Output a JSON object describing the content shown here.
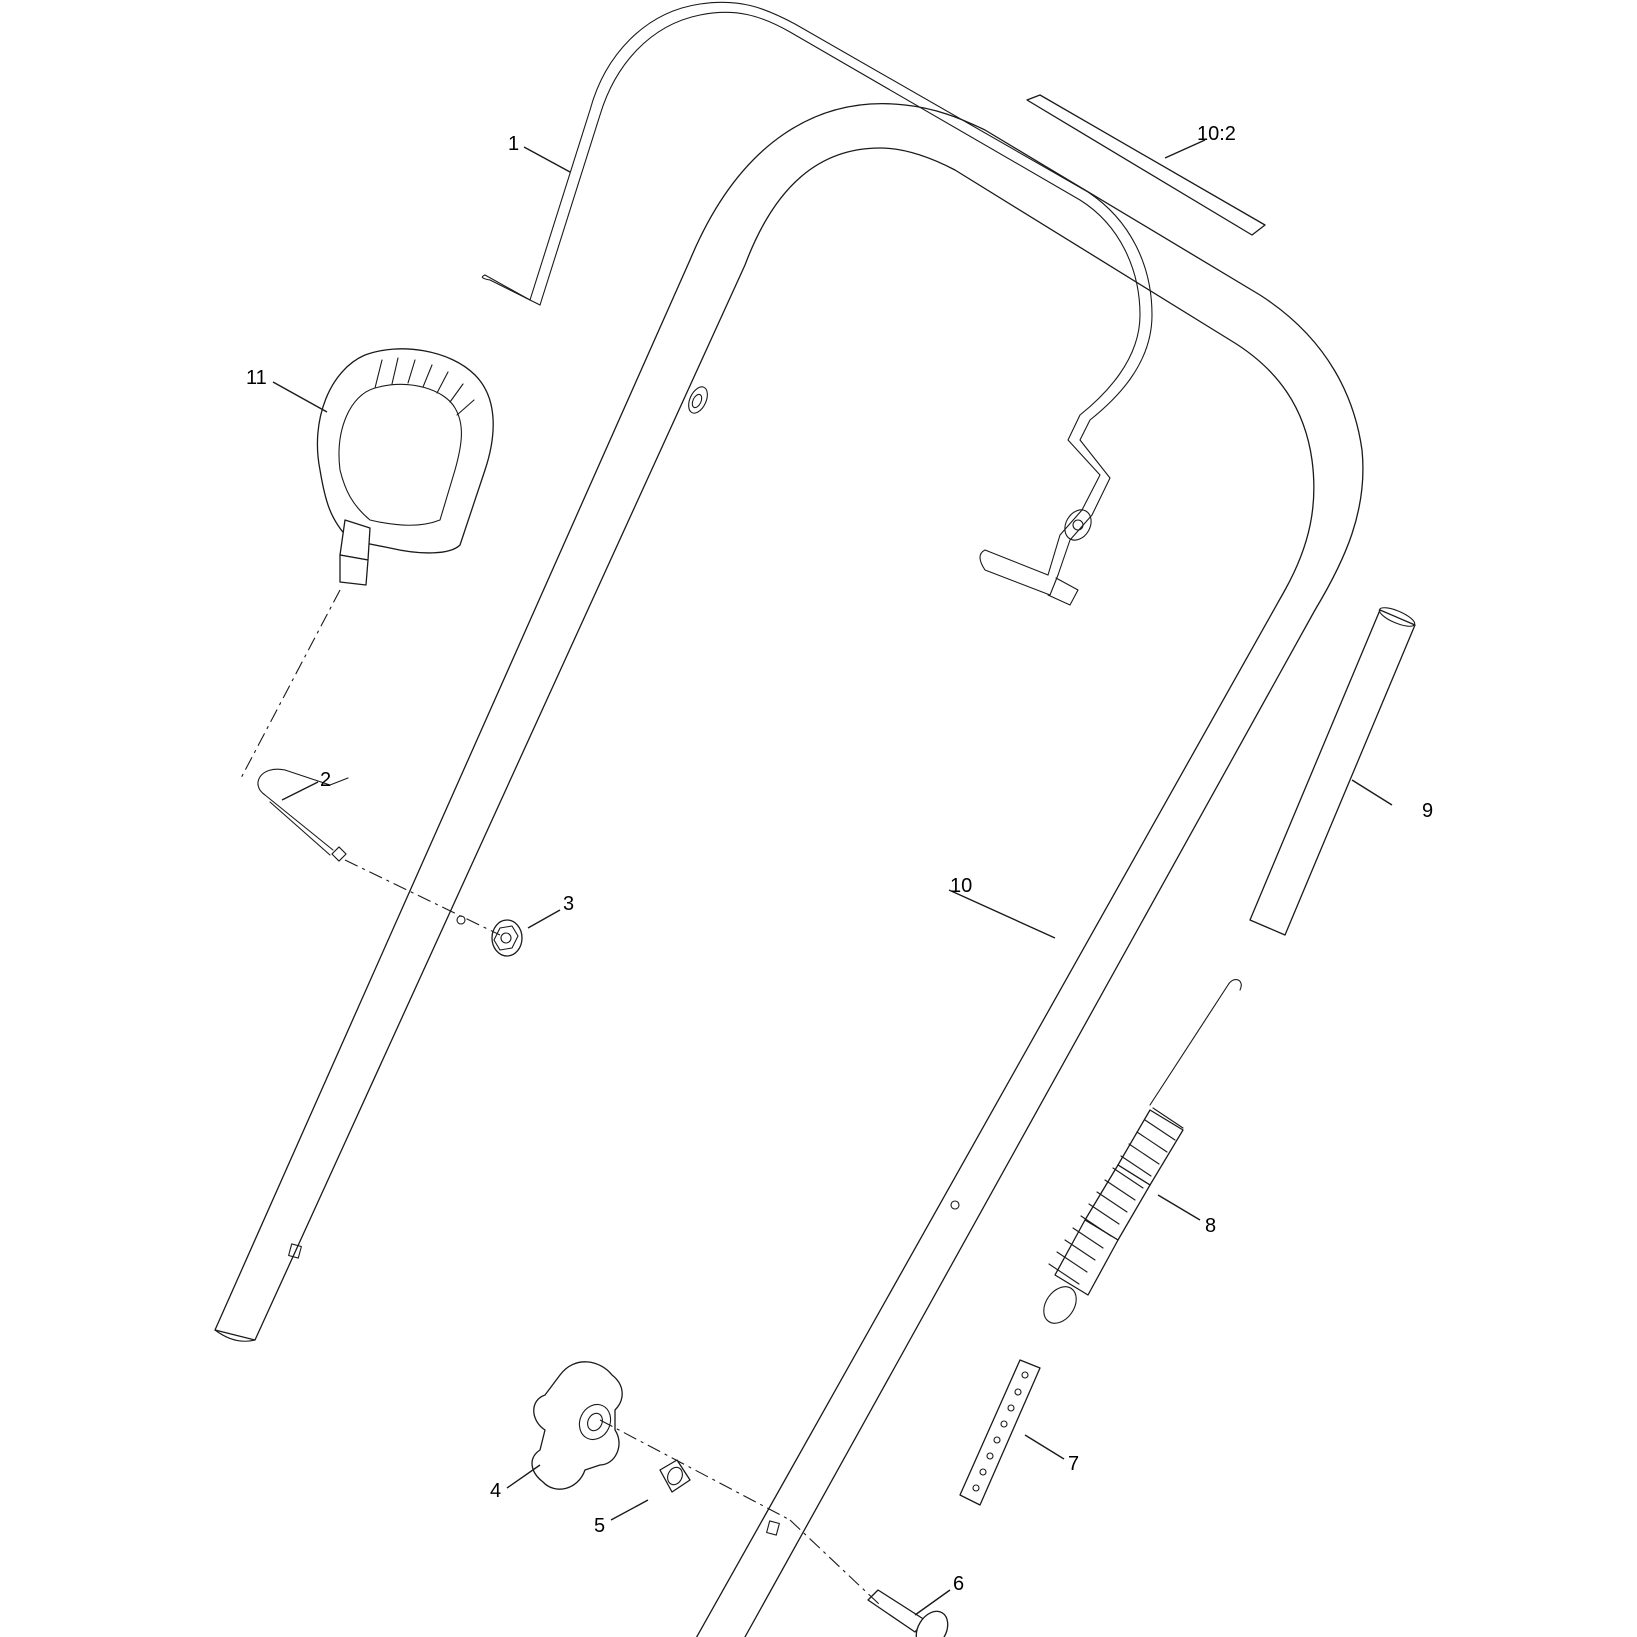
{
  "diagram": {
    "callouts": [
      {
        "id": "p1",
        "text": "1"
      },
      {
        "id": "p2",
        "text": "2"
      },
      {
        "id": "p3",
        "text": "3"
      },
      {
        "id": "p4",
        "text": "4"
      },
      {
        "id": "p5",
        "text": "5"
      },
      {
        "id": "p6",
        "text": "6"
      },
      {
        "id": "p7",
        "text": "7"
      },
      {
        "id": "p8",
        "text": "8"
      },
      {
        "id": "p9",
        "text": "9"
      },
      {
        "id": "p10",
        "text": "10"
      },
      {
        "id": "p102",
        "text": "10:2"
      },
      {
        "id": "p11",
        "text": "11"
      }
    ]
  }
}
